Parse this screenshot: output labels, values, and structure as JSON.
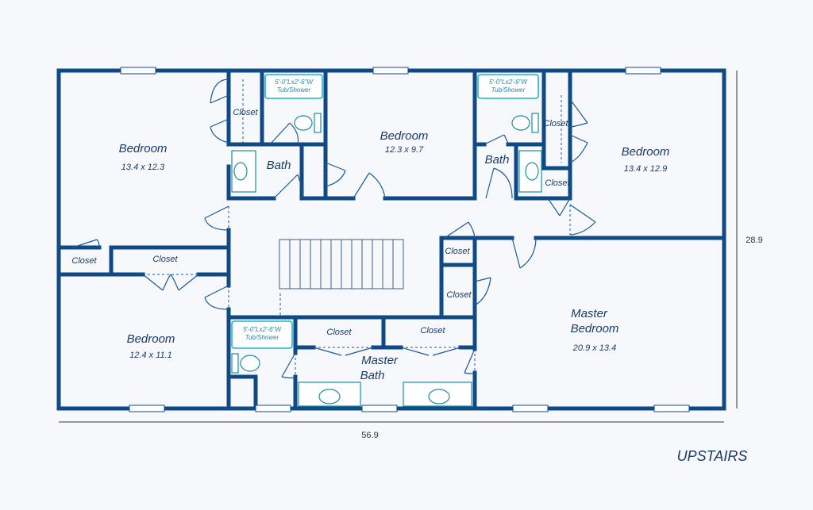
{
  "rooms": {
    "bedroom_top_left": {
      "name": "Bedroom",
      "size": "13.4 x 12.3"
    },
    "bedroom_top_center": {
      "name": "Bedroom",
      "size": "12.3 x 9.7"
    },
    "bedroom_top_right": {
      "name": "Bedroom",
      "size": "13.4 x 12.9"
    },
    "bedroom_bottom_left": {
      "name": "Bedroom",
      "size": "12.4 x 11.1"
    },
    "master_bedroom": {
      "name_line1": "Master",
      "name_line2": "Bedroom",
      "size": "20.9 x 13.4"
    },
    "master_bath": {
      "name_line1": "Master",
      "name_line2": "Bath"
    }
  },
  "baths": {
    "left": "Bath",
    "right": "Bath"
  },
  "closets": {
    "top_left": "Closet",
    "top_right_a": "Closet",
    "top_right_b": "Closet",
    "left_small": "Closet",
    "left_wide": "Closet",
    "stair_upper": "Closet",
    "stair_lower": "Closet",
    "master_bath_a": "Closet",
    "master_bath_b": "Closet"
  },
  "tub_label": {
    "line1": "5'-0\"Lx2'-6\"W",
    "line2": "Tub/Shower"
  },
  "dimensions": {
    "width": "56.9",
    "height": "28.9"
  },
  "floor_title": "UPSTAIRS",
  "colors": {
    "wall": "#0f4a85",
    "background": "#f6f8fc",
    "tub": "#1fb5c5",
    "text": "#1a3b66"
  }
}
